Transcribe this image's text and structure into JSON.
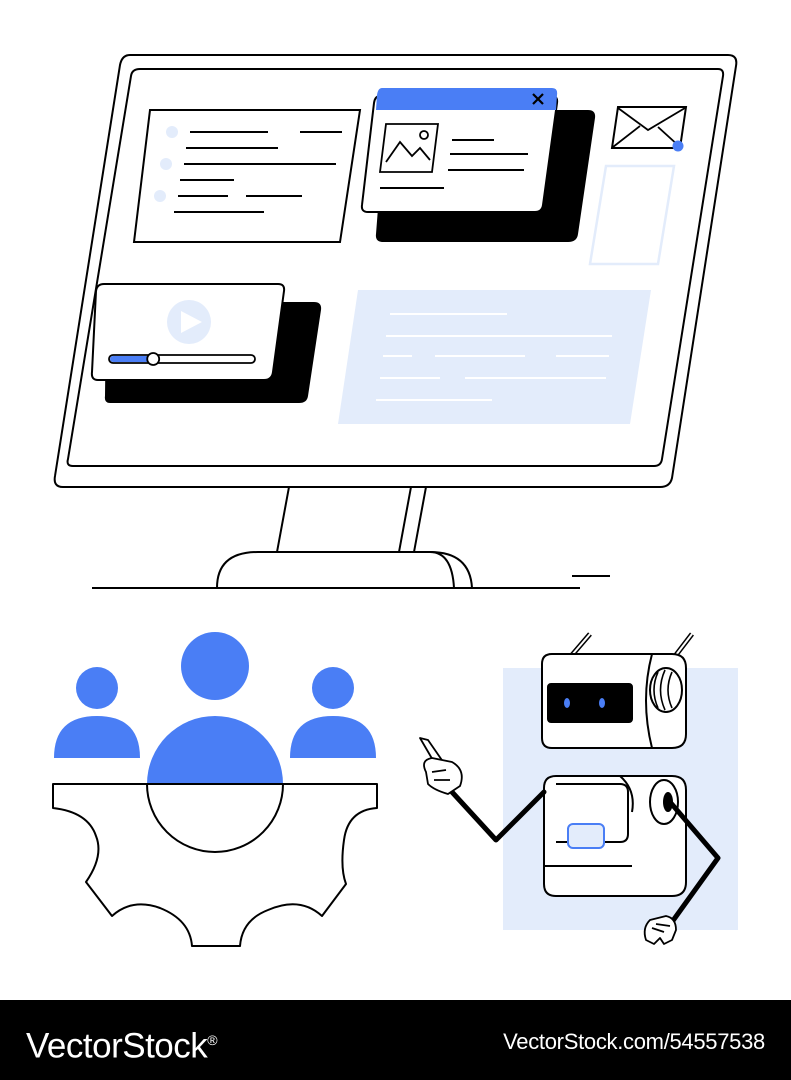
{
  "illustration": {
    "subject": "computer-monitor-team-gear-robot",
    "colors": {
      "accent": "#4a7ef5",
      "light_tint": "#e3ecfb",
      "ink": "#000000",
      "paper": "#ffffff"
    },
    "icons": [
      "image-icon",
      "close-icon",
      "mail-icon",
      "play-icon",
      "user-icon",
      "gear-icon",
      "robot-icon"
    ],
    "video_progress": 0.3
  },
  "footer": {
    "brand": "VectorStock",
    "trademark": "®",
    "url_id": "VectorStock.com/54557538"
  }
}
